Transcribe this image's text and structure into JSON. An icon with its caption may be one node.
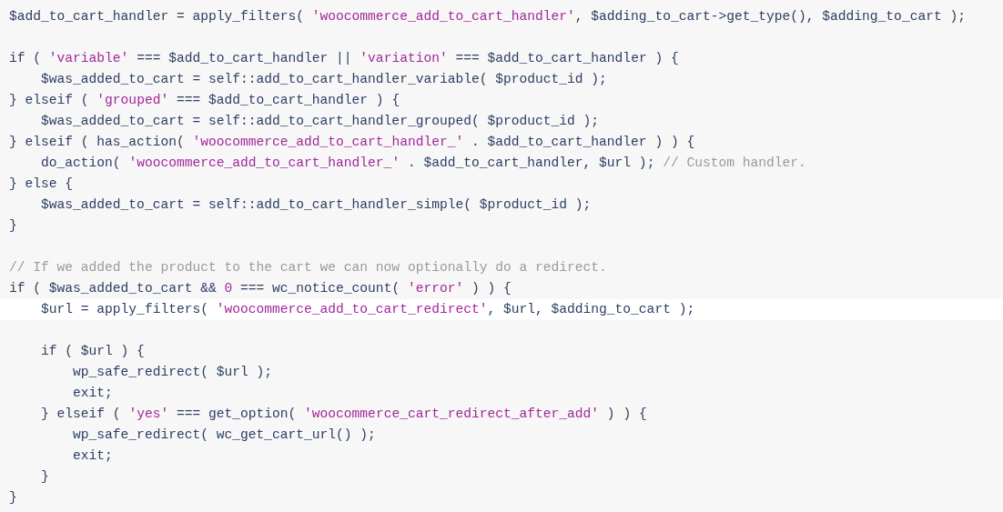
{
  "diagram": {
    "labels": [
      "$add_to_cart_handler = apply_filters( 'woocommerce_add_to_cart_handler', $adding_to_cart->get_type(), $adding_to_cart );",
      "if ( 'variable' === $add_to_cart_handler || 'variation' === $add_to_cart_handler ) {",
      "    $was_added_to_cart = self::add_to_cart_handler_variable( $product_id );",
      "} elseif ( 'grouped' === $add_to_cart_handler ) {",
      "    $was_added_to_cart = self::add_to_cart_handler_grouped( $product_id );",
      "} elseif ( has_action( 'woocommerce_add_to_cart_handler_' . $add_to_cart_handler ) ) {",
      "    do_action( 'woocommerce_add_to_cart_handler_' . $add_to_cart_handler, $url ); // Custom handler.",
      "} else {",
      "    $was_added_to_cart = self::add_to_cart_handler_simple( $product_id );",
      "}",
      "// If we added the product to the cart we can now optionally do a redirect.",
      "if ( $was_added_to_cart && 0 === wc_notice_count( 'error' ) ) {",
      "    $url = apply_filters( 'woocommerce_add_to_cart_redirect', $url, $adding_to_cart );",
      "    if ( $url ) {",
      "        wp_safe_redirect( $url );",
      "        exit;",
      "    } elseif ( 'yes' === get_option( 'woocommerce_cart_redirect_after_add' ) ) {",
      "        wp_safe_redirect( wc_get_cart_url() );",
      "        exit;",
      "    }",
      "}"
    ]
  }
}
